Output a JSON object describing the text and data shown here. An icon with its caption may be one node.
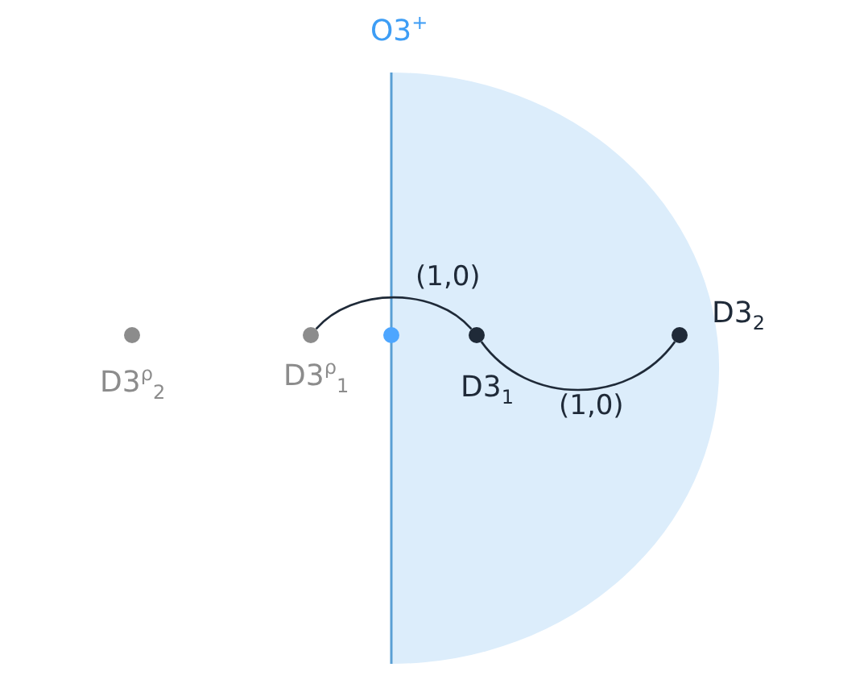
{
  "diagram": {
    "nodes": [
      {
        "text": [
          "O3$^{+}$"
        ]
      },
      {
        "text": [
          "D3$^{ρ}$$_{2}$"
        ]
      },
      {
        "text": [
          "D3$^{ρ}$$_{1}$"
        ]
      },
      {
        "text": [],
        "shape": "circle"
      },
      {
        "text": [
          "D3$_{1}$"
        ]
      },
      {
        "text": [
          "D3$_{2}$"
        ]
      }
    ],
    "edges": [
      {
        "from": 2,
        "to": 4,
        "arrow": "none",
        "label": "(1,0)"
      },
      {
        "from": 4,
        "to": 5,
        "arrow": "none",
        "label": "(1,0)"
      }
    ]
  }
}
